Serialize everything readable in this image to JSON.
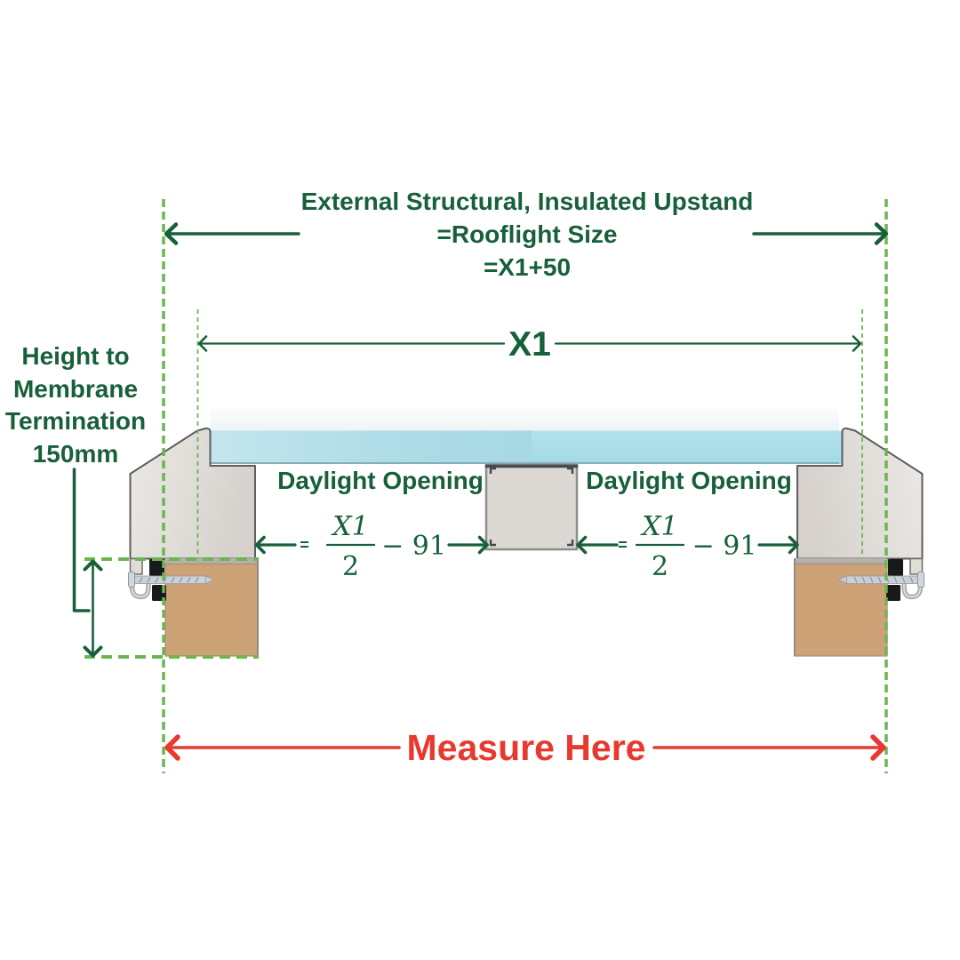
{
  "colors": {
    "accent_green": "#17603A",
    "dashed_green": "#6CB551",
    "measure_red": "#E8392F",
    "glass_blue": "#A9DEE9",
    "frame_grey": "#E0DCD8",
    "timber_tan": "#CDA277"
  },
  "top_annotation": {
    "lines": [
      "External Structural, Insulated Upstand",
      "=Rooflight Size",
      "=X1+50"
    ]
  },
  "x1_dimension": {
    "label": "X1"
  },
  "left_annotation": {
    "lines": [
      "Height to",
      "Membrane",
      "Termination",
      "150mm"
    ]
  },
  "daylight_left": {
    "label": "Daylight Opening",
    "formula": {
      "equals": "=",
      "numerator": "X1",
      "denominator": "2",
      "subtraction": "− 91"
    }
  },
  "daylight_right": {
    "label": "Daylight Opening",
    "formula": {
      "equals": "=",
      "numerator": "X1",
      "denominator": "2",
      "subtraction": "− 91"
    }
  },
  "bottom_annotation": {
    "label": "Measure Here"
  }
}
